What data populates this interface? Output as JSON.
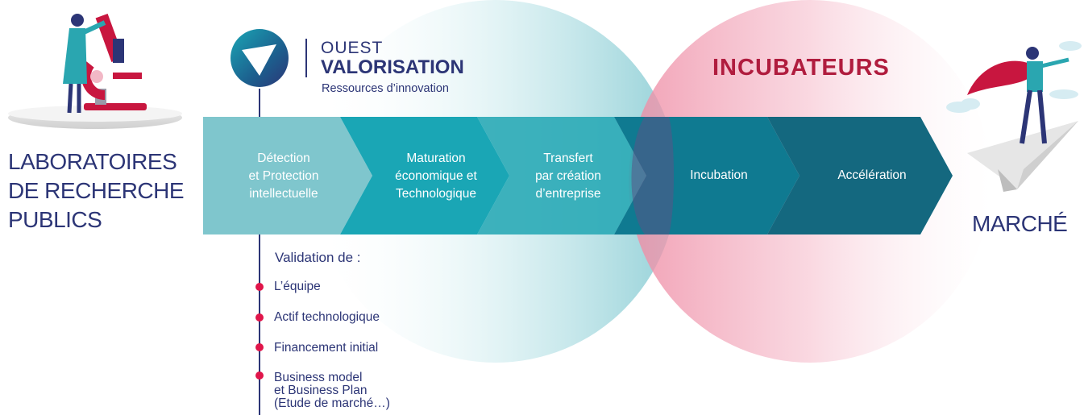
{
  "left_label": {
    "lines": [
      "LABORATOIRES",
      "DE RECHERCHE",
      "PUBLICS"
    ]
  },
  "right_label": "MARCHÉ",
  "brand": {
    "line1": "OUEST",
    "line2": "VALORISATION",
    "tagline": "Ressources d’innovation"
  },
  "incubators_title": "INCUBATEURS",
  "steps": [
    {
      "lines": [
        "Détection",
        "et Protection",
        "intellectuelle"
      ]
    },
    {
      "lines": [
        "Maturation",
        "économique et",
        "Technologique"
      ]
    },
    {
      "lines": [
        "Transfert",
        "par création",
        "d’entreprise"
      ]
    },
    {
      "lines": [
        "Incubation"
      ]
    },
    {
      "lines": [
        "Accélération"
      ]
    }
  ],
  "validation": {
    "title": "Validation de :",
    "items": [
      {
        "lines": [
          "L’équipe"
        ]
      },
      {
        "lines": [
          "Actif technologique"
        ]
      },
      {
        "lines": [
          "Financement initial"
        ]
      },
      {
        "lines": [
          "Business model",
          "et Business Plan",
          "(Etude de marché…)"
        ]
      }
    ]
  },
  "colors": {
    "navy": "#2c3576",
    "teal_light": "#7fc6cd",
    "teal_mid": "#1aa6b5",
    "teal_dark": "#0d7f93",
    "teal_darker": "#136b82",
    "crimson": "#b01c3e",
    "bullet_red": "#e0154a"
  }
}
